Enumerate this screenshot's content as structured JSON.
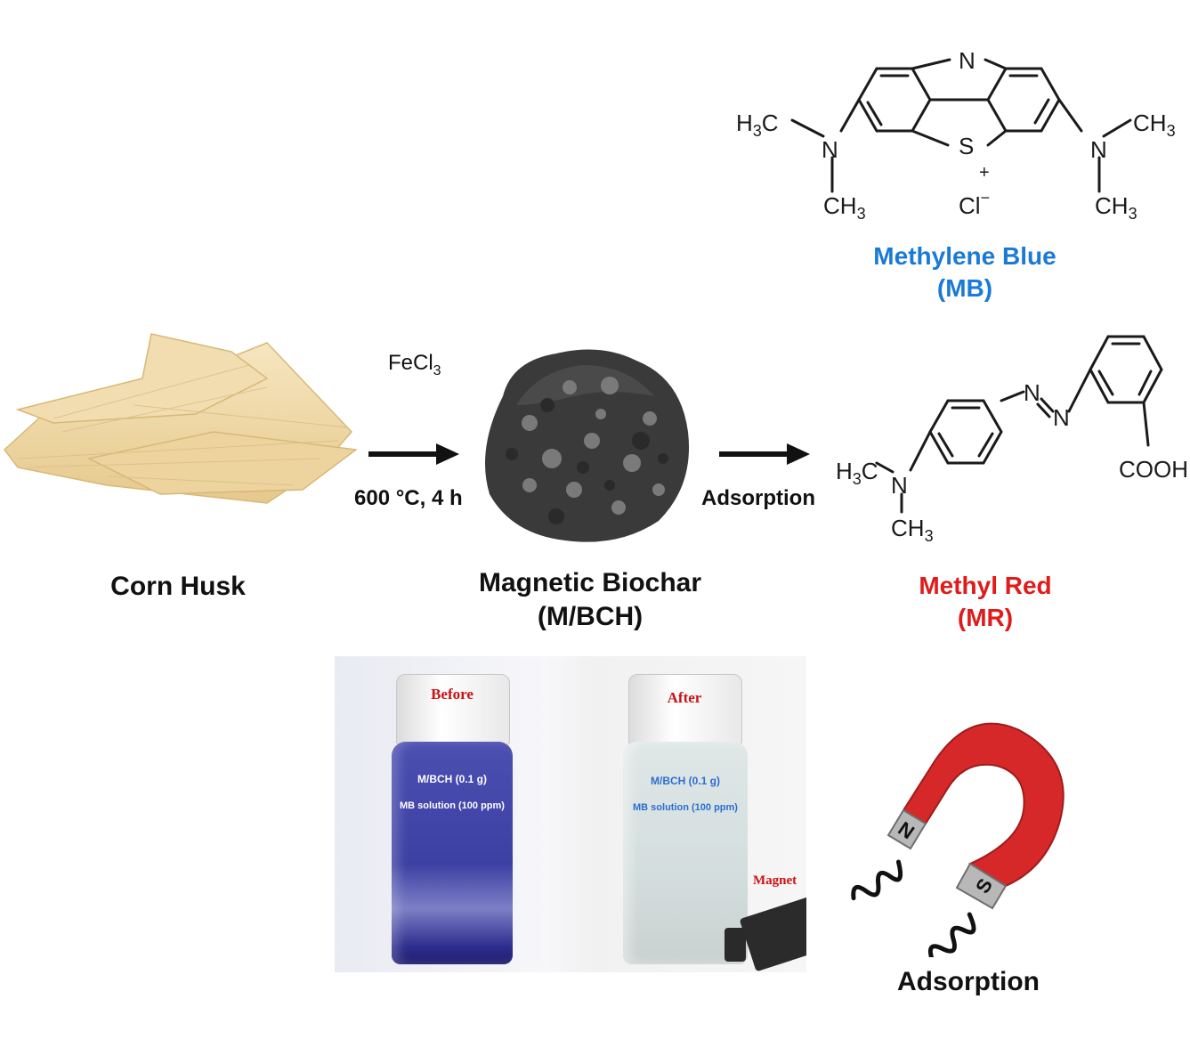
{
  "process": {
    "reagent": "FeCl",
    "reagent_sub": "3",
    "conditions": "600 °C, 4 h",
    "step2": "Adsorption"
  },
  "labels": {
    "corn_husk": "Corn Husk",
    "biochar_line1": "Magnetic Biochar",
    "biochar_line2": "(M/BCH)",
    "mb_line1": "Methylene Blue",
    "mb_line2": "(MB)",
    "mr_line1": "Methyl Red",
    "mr_line2": "(MR)",
    "magnet_caption": "Adsorption"
  },
  "photo": {
    "before": "Before",
    "after": "After",
    "magnet": "Magnet",
    "dose": "M/BCH  (0.1 g)",
    "solution": "MB solution (100 ppm)"
  },
  "molecules": {
    "mb_atoms": {
      "N_top": "N",
      "S": "S",
      "plus": "+",
      "N_left": "N",
      "N_right": "N",
      "Cl": "Cl",
      "minus": "−",
      "H": "H",
      "C": "C",
      "CH": "CH",
      "three": "3"
    },
    "mr_atoms": {
      "N1": "N",
      "N2": "N",
      "N_amine": "N",
      "COOH": "COOH",
      "H": "H",
      "C": "C",
      "CH": "CH",
      "three": "3"
    }
  },
  "magnet_poles": {
    "north": "N",
    "south": "S"
  },
  "colors": {
    "mb_blue": "#1a7ad6",
    "mr_red": "#e01b1b",
    "photo_label_red": "#cc1111",
    "photo_text_blue": "#2a6fd0",
    "magnet_red": "#d62828"
  }
}
